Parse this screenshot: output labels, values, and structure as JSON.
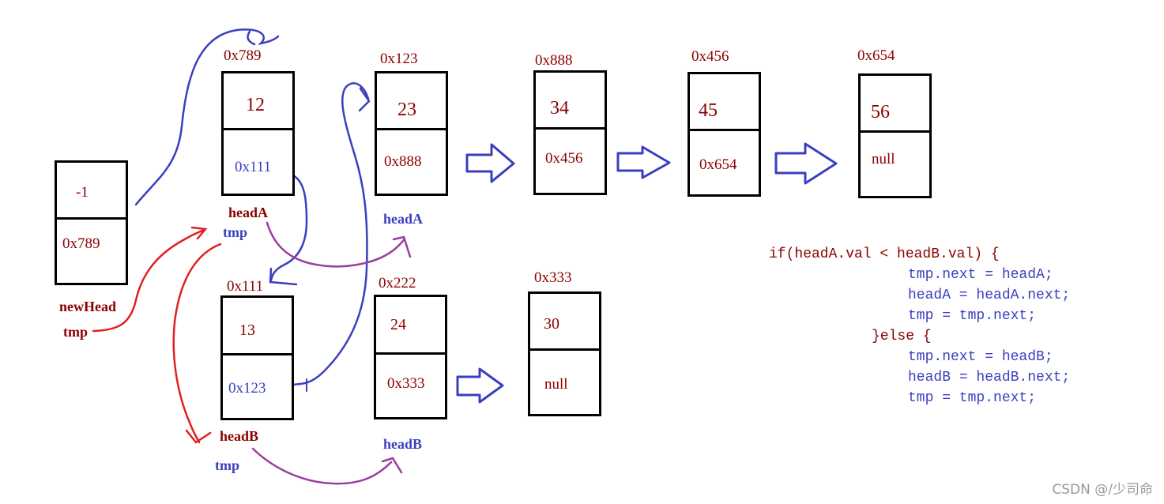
{
  "colors": {
    "box_border": "#000000",
    "address_text": "#8b0000",
    "blue_text": "#3a3fbf",
    "pointer_arrow_blue": "#3a3fbf",
    "curve_red": "#e02020",
    "curve_purple": "#9a3fa0"
  },
  "nodes": [
    {
      "id": "newHead",
      "addr": "",
      "val": "-1",
      "next": "0x789"
    },
    {
      "id": "a1",
      "addr": "0x789",
      "val": "12",
      "next": "0x111"
    },
    {
      "id": "a2",
      "addr": "0x123",
      "val": "23",
      "next": "0x888"
    },
    {
      "id": "a3",
      "addr": "0x888",
      "val": "34",
      "next": "0x456"
    },
    {
      "id": "a4",
      "addr": "0x456",
      "val": "45",
      "next": "0x654"
    },
    {
      "id": "a5",
      "addr": "0x654",
      "val": "56",
      "next": "null"
    },
    {
      "id": "b1",
      "addr": "0x111",
      "val": "13",
      "next": "0x123"
    },
    {
      "id": "b2",
      "addr": "0x222",
      "val": "24",
      "next": "0x333"
    },
    {
      "id": "b3",
      "addr": "0x333",
      "val": "30",
      "next": "null"
    }
  ],
  "labels": {
    "newHead": "newHead",
    "tmp_initial": "tmp",
    "headA_initial": "headA",
    "tmp_at_a1": "tmp",
    "headA_moved": "headA",
    "headB_initial": "headB",
    "tmp_at_b1": "tmp",
    "headB_moved": "headB"
  },
  "code_lines": [
    "if(headA.val < headB.val) {",
    "tmp.next = headA;",
    "headA = headA.next;",
    "tmp = tmp.next;",
    "}else {",
    "tmp.next = headB;",
    "headB = headB.next;",
    "tmp = tmp.next;"
  ],
  "watermark": "CSDN @/少司命"
}
